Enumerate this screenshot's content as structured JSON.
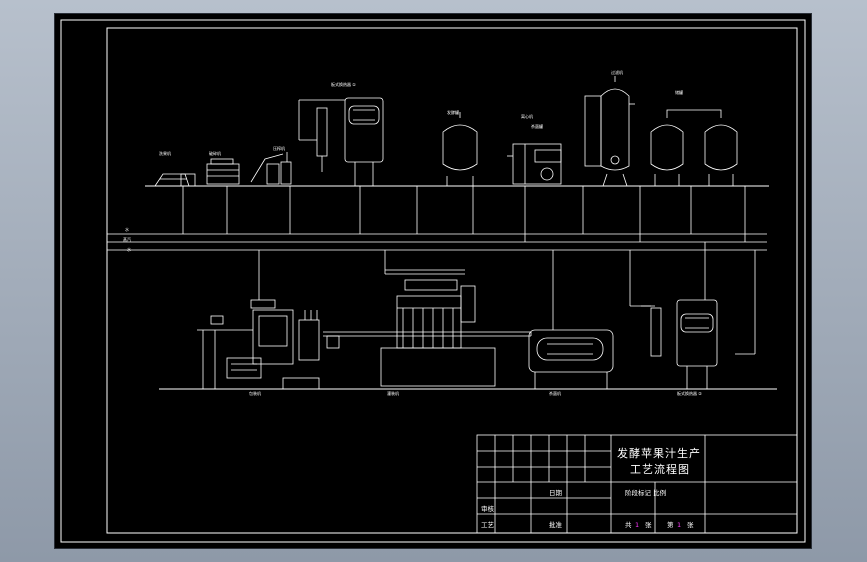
{
  "title_block": {
    "title_line1": "发酵苹果汁生产",
    "title_line2": "工艺流程图",
    "row1_label": "",
    "approve_label": "批准",
    "check_label": "审核",
    "process_label": "工艺",
    "date_label": "日期",
    "sheet_info_label": "阶段标记   比例",
    "total_label": "共",
    "sheet_label": "第",
    "sheet_total": "1",
    "sheet_num": "1",
    "sheet_unit": "张"
  },
  "side_labels": [
    "水",
    "蒸汽",
    "水"
  ],
  "equipment_labels": {
    "top": [
      "洗果机",
      "破碎机",
      "压榨机",
      "板式换热器 ①",
      "发酵罐",
      "离心机",
      "过滤机",
      "储罐",
      "杀菌罐"
    ],
    "bottom": [
      "包装机",
      "灌装机",
      "杀菌机",
      "板式换热器 ②"
    ]
  }
}
